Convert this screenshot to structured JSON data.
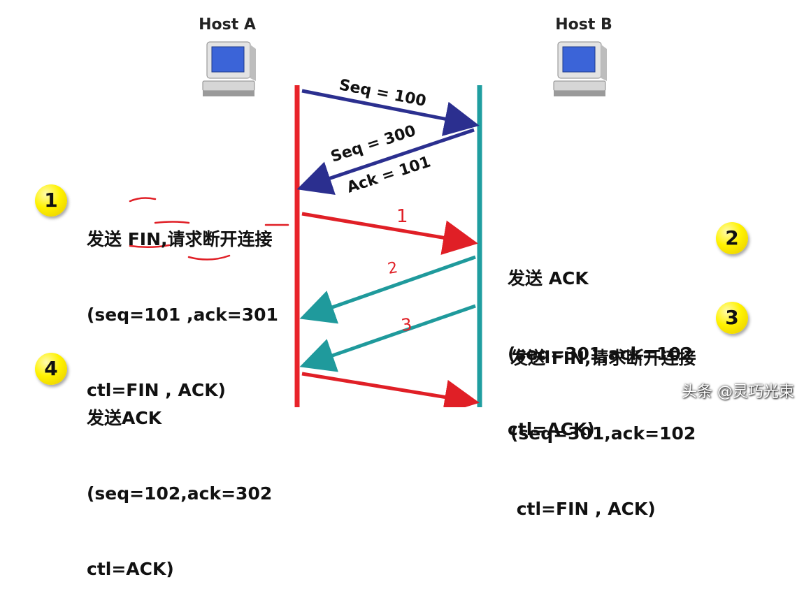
{
  "hosts": {
    "a": "Host A",
    "b": "Host B"
  },
  "messages": {
    "seq100": "Seq = 100",
    "seq300": "Seq = 300",
    "ack101": "Ack = 101"
  },
  "steps": [
    {
      "badge": "1",
      "lines": [
        "发送 FIN,请求断开连接",
        "(seq=101 ,ack=301",
        "ctl=FIN , ACK)"
      ]
    },
    {
      "badge": "2",
      "lines": [
        "发送 ACK",
        "(seq=301,ack=102",
        "ctl=ACK)"
      ]
    },
    {
      "badge": "3",
      "lines": [
        "发送 FIN,请求断开连接",
        "(seq=301,ack=102",
        " ctl=FIN , ACK)"
      ]
    },
    {
      "badge": "4",
      "lines": [
        "发送ACK",
        "(seq=102,ack=302",
        "ctl=ACK)"
      ]
    }
  ],
  "handwriting": {
    "mark1": "1",
    "mark2": "2",
    "mark3": "3"
  },
  "watermark": "头条 @灵巧光束",
  "colors": {
    "host_a_line": "#e8232a",
    "host_b_line": "#1f9ea0",
    "arrow_blue": "#2b2f8f",
    "arrow_red": "#e01f26",
    "arrow_teal": "#1f9a9c",
    "badge": "#fff200"
  }
}
